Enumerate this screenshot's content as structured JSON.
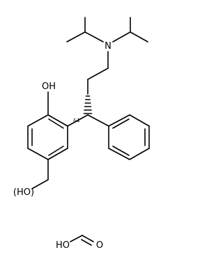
{
  "molecule": {
    "atoms": {
      "N": "N",
      "phenol_OH": "OH",
      "benzylic_OH": "(HO)",
      "formic_HO": "HO",
      "formic_O": "O"
    },
    "stereo_label": "&1"
  }
}
